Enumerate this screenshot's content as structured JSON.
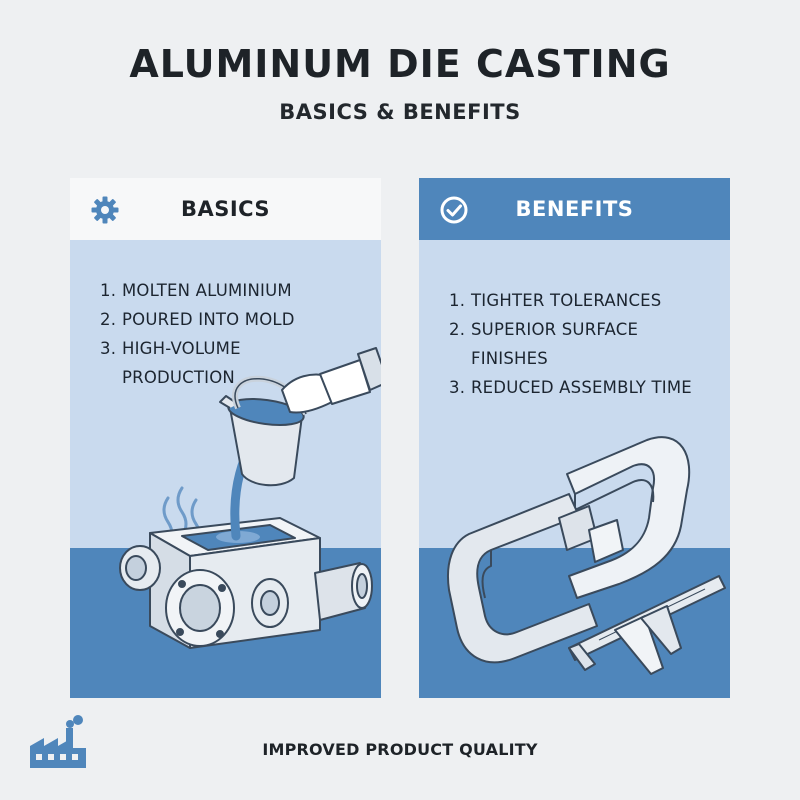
{
  "title": "ALUMINUM DIE CASTING",
  "subtitle": "BASICS & BENEFITS",
  "panels": {
    "basics": {
      "heading": "BASICS",
      "icon": "gear-icon",
      "steps": [
        {
          "num": "1.",
          "text": "MOLTEN ALUMINIUM"
        },
        {
          "num": "2.",
          "text": "POURED INTO MOLD"
        },
        {
          "num": "3.",
          "text": "HIGH-VOLUME PRODUCTION"
        }
      ]
    },
    "benefits": {
      "heading": "BENEFITS",
      "icon": "check-circle-icon",
      "steps": [
        {
          "num": "1.",
          "text": "TIGHTER TOLERANCES"
        },
        {
          "num": "2.",
          "text": "SUPERIOR SURFACE FINISHES"
        },
        {
          "num": "3.",
          "text": "REDUCED ASSEMBLY TIME"
        }
      ]
    }
  },
  "footer": "IMPROVED PRODUCT QUALITY",
  "colors": {
    "background": "#eef0f2",
    "panel_light": "#c9daee",
    "accent_blue": "#4f86bb",
    "header_light": "#f7f8f9",
    "metal": "#e3e8ee",
    "outline": "#3a4a5c"
  },
  "illustrations": {
    "basics": "ladle-pouring-molten-metal-into-mold-icon",
    "benefits": "cast-part-and-caliper-icon"
  },
  "corner_icon": "factory-icon"
}
